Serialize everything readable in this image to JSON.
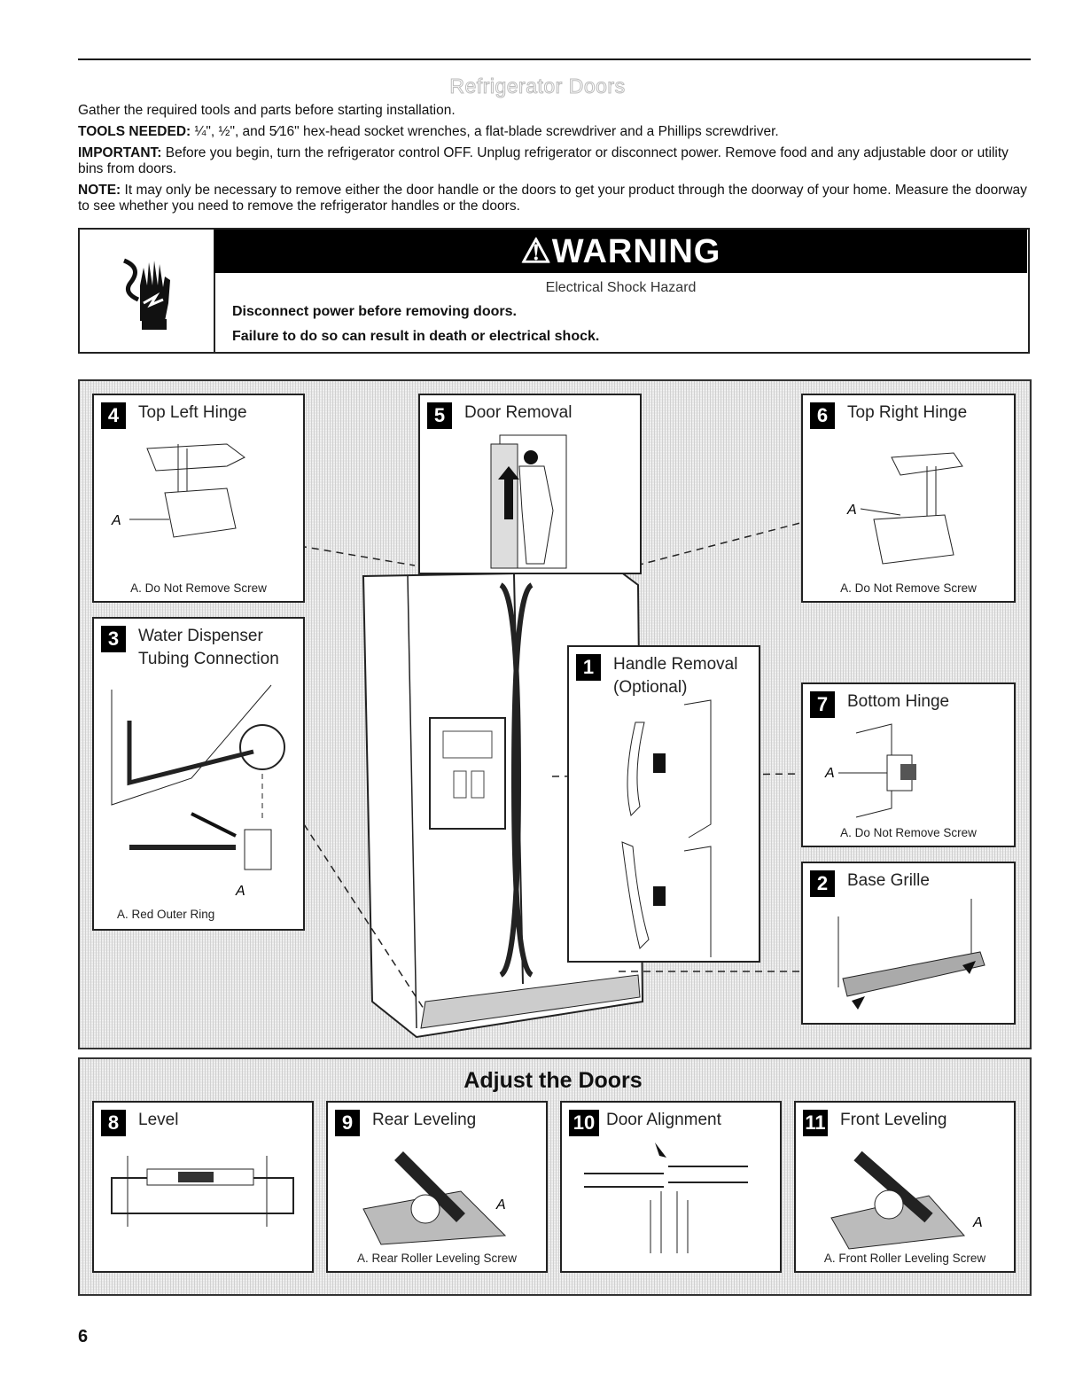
{
  "section_title": "Refrigerator Doors",
  "intro": {
    "line1": "Gather the required tools and parts before starting installation.",
    "tools_label": "TOOLS NEEDED:",
    "tools_text": " ¼\", ½\", and 5⁄16\" hex-head socket wrenches, a flat-blade screwdriver and a Phillips screwdriver.",
    "important_label": "IMPORTANT:",
    "important_text": " Before you begin, turn the refrigerator control OFF. Unplug refrigerator or disconnect power. Remove food and any adjustable door or utility bins from doors.",
    "note_label": "NOTE:",
    "note_text": " It may only be necessary to remove either the door handle or the doors to get your product through the doorway of your home. Measure the doorway to see whether you need to remove the refrigerator handles or the doors."
  },
  "warning": {
    "heading": "⚠WARNING",
    "subheading": "Electrical Shock Hazard",
    "line1": "Disconnect power before removing doors.",
    "line2": "Failure to do so can result in death or electrical shock.",
    "icon": "electrical-shock-hand-icon"
  },
  "panels": {
    "p4": {
      "num": "4",
      "title": "Top Left Hinge",
      "caption": "A. Do Not Remove Screw",
      "label": "A"
    },
    "p5": {
      "num": "5",
      "title": "Door Removal"
    },
    "p6": {
      "num": "6",
      "title": "Top Right Hinge",
      "caption": "A. Do Not Remove Screw",
      "label": "A"
    },
    "p3": {
      "num": "3",
      "title1": "Water Dispenser",
      "title2": "Tubing Connection",
      "caption": "A. Red Outer Ring",
      "label": "A"
    },
    "p1": {
      "num": "1",
      "title1": "Handle Removal",
      "title2": "(Optional)"
    },
    "p7": {
      "num": "7",
      "title": "Bottom Hinge",
      "caption": "A. Do Not Remove Screw",
      "label": "A"
    },
    "p2": {
      "num": "2",
      "title": "Base Grille"
    },
    "p8": {
      "num": "8",
      "title": "Level"
    },
    "p9": {
      "num": "9",
      "title": "Rear Leveling",
      "caption": "A. Rear Roller Leveling Screw",
      "label": "A"
    },
    "p10": {
      "num": "10",
      "title": "Door Alignment"
    },
    "p11": {
      "num": "11",
      "title": "Front Leveling",
      "caption": "A. Front Roller Leveling Screw",
      "label": "A"
    }
  },
  "adjust_title": "Adjust the Doors",
  "page_number": "6"
}
